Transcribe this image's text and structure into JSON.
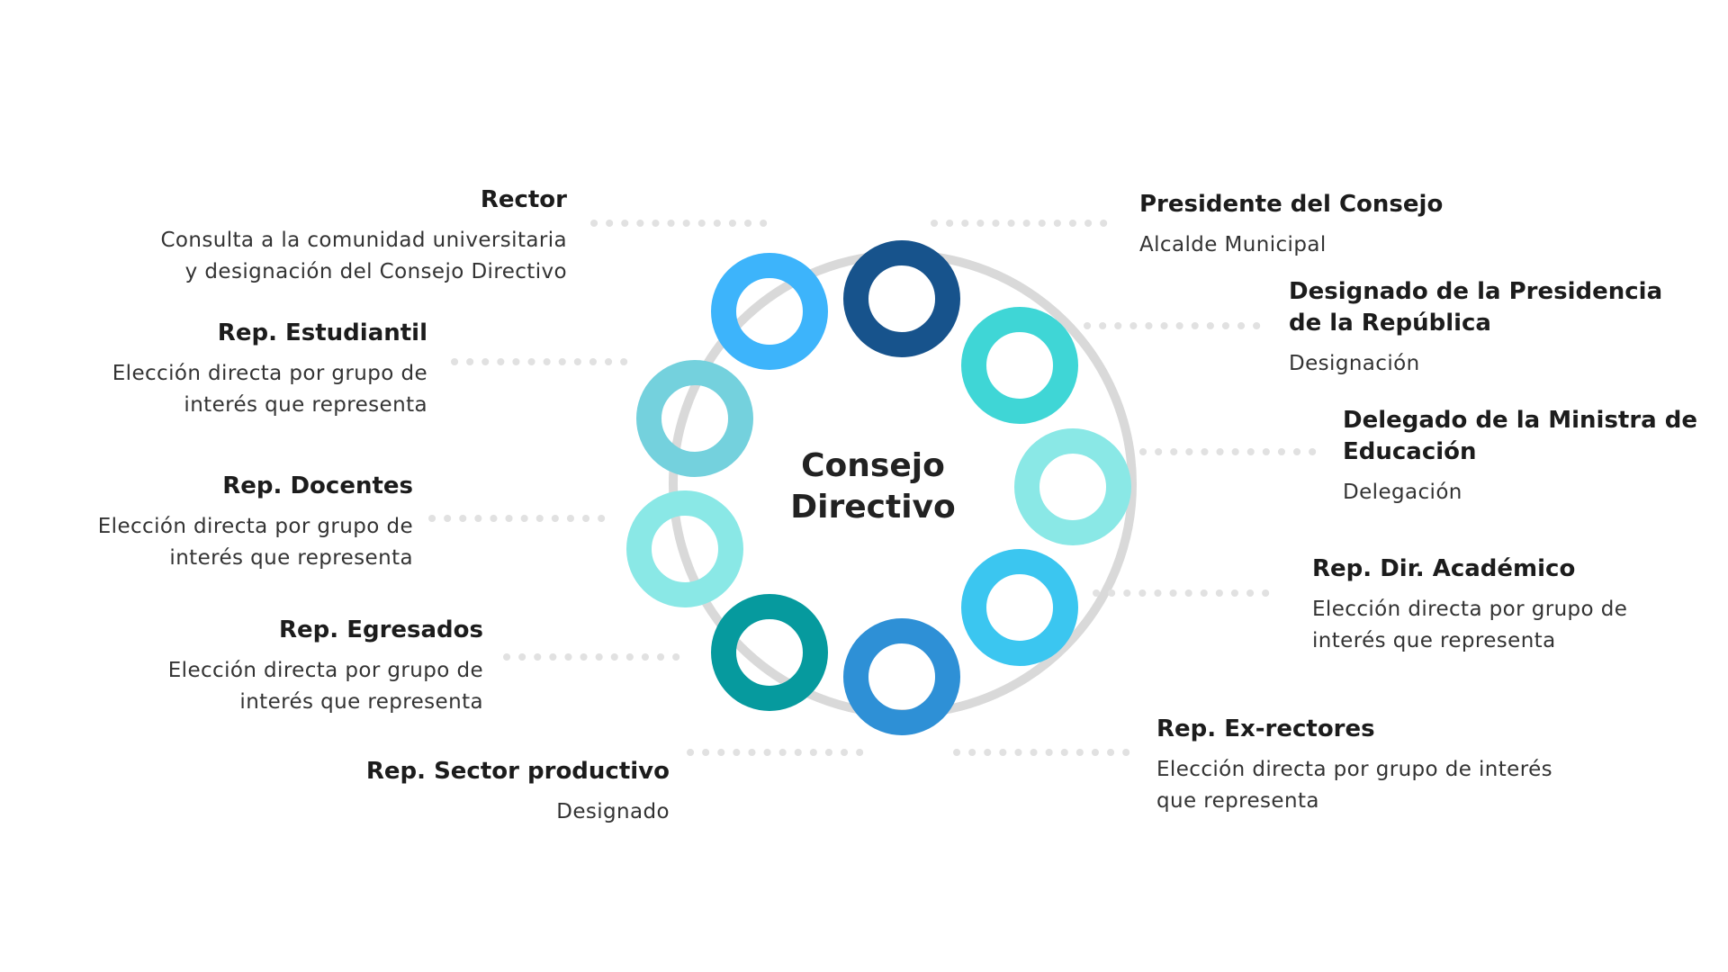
{
  "center": {
    "line1": "Consejo",
    "line2": "Directivo"
  },
  "colors": {
    "connector_dots": "#e1e1e1",
    "outer_ring_track": "#d9d9d9",
    "rings": {
      "rector": "#3db4fb",
      "presidente": "#17538c",
      "presidencia": "#3fd6d6",
      "ministra": "#8ae8e6",
      "academico": "#3bc6f0",
      "exrectores": "#2e90d6",
      "sector": "#069a9e",
      "egresados": "#069a9e",
      "docentes": "#8ae8e6",
      "estudiantil": "#74d1dd"
    }
  },
  "members": {
    "rector": {
      "title": "Rector",
      "desc": [
        "Consulta a la comunidad universitaria",
        "y designación del Consejo Directivo"
      ]
    },
    "estudiantil": {
      "title": "Rep. Estudiantil",
      "desc": [
        "Elección directa por grupo de",
        "interés que representa"
      ]
    },
    "docentes": {
      "title": "Rep. Docentes",
      "desc": [
        "Elección directa por grupo de",
        "interés que representa"
      ]
    },
    "egresados": {
      "title": "Rep. Egresados",
      "desc": [
        "Elección directa por grupo de",
        "interés que representa"
      ]
    },
    "sector": {
      "title": "Rep. Sector productivo",
      "desc": [
        "Designado"
      ]
    },
    "presidente": {
      "title": "Presidente del Consejo",
      "desc": [
        "Alcalde Municipal"
      ]
    },
    "presidencia": {
      "title": [
        "Designado de la Presidencia",
        "de la República"
      ],
      "desc": [
        "Designación"
      ]
    },
    "ministra": {
      "title": [
        "Delegado de la Ministra de",
        "Educación"
      ],
      "desc": [
        "Delegación"
      ]
    },
    "academico": {
      "title": "Rep. Dir. Académico",
      "desc": [
        "Elección directa por grupo de",
        "interés que representa"
      ]
    },
    "exrectores": {
      "title": "Rep. Ex-rectores",
      "desc": [
        "Elección directa por grupo de interés",
        "que representa"
      ]
    }
  }
}
